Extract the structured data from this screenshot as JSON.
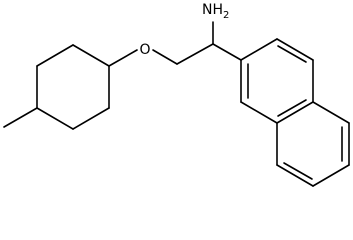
{
  "molecule": {
    "labels": {
      "oxygen": "O",
      "amine_element": "NH",
      "amine_subscript": "2"
    }
  }
}
